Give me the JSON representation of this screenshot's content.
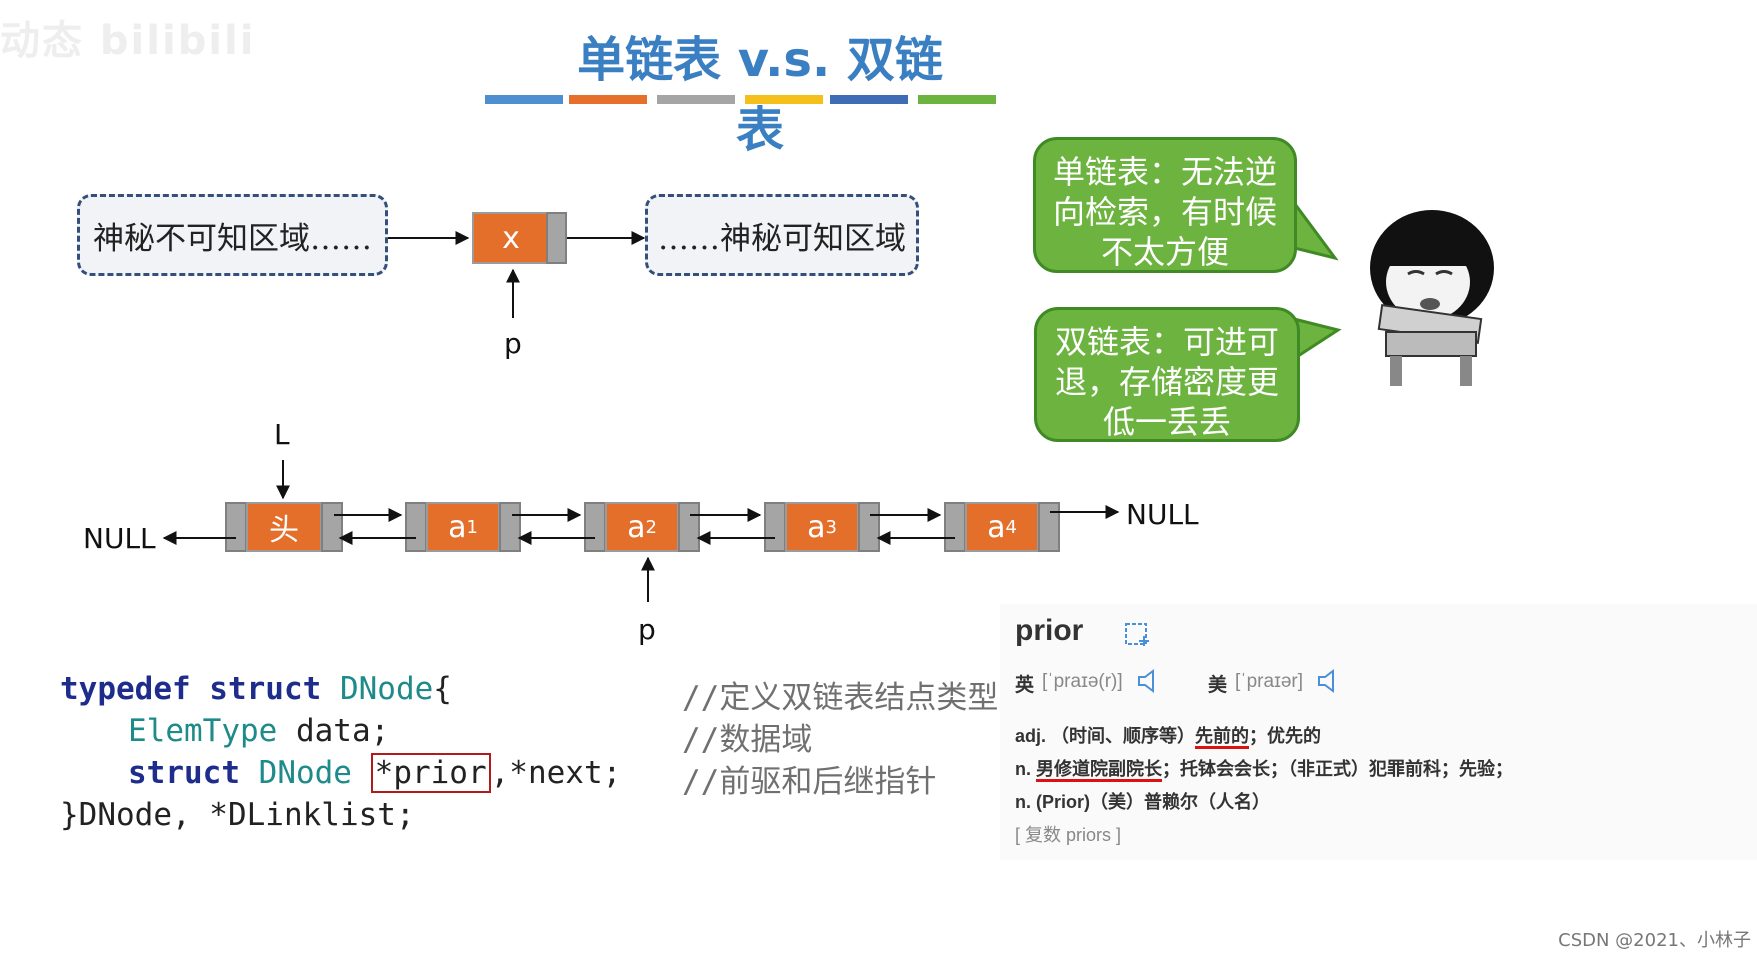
{
  "watermark": "动态 bilibili",
  "title": "单链表 v.s. 双链表",
  "color_bar": [
    "#4e8fcf",
    "#e4702c",
    "#a5a5a5",
    "#f5bf1c",
    "#3f6db5",
    "#6cb33f"
  ],
  "single_list": {
    "left_region": "神秘不可知区域……",
    "node_label": "x",
    "right_region": "……神秘可知区域",
    "pointer_label": "p"
  },
  "double_list": {
    "head_pointer": "L",
    "left_null": "NULL",
    "right_null": "NULL",
    "nodes": [
      {
        "label": "头"
      },
      {
        "label": "a",
        "sub": "1"
      },
      {
        "label": "a",
        "sub": "2"
      },
      {
        "label": "a",
        "sub": "3"
      },
      {
        "label": "a",
        "sub": "4"
      }
    ],
    "pointer_label": "p"
  },
  "bubbles": {
    "single": [
      "单链表：无法逆",
      "向检索，有时候",
      "不太方便"
    ],
    "double": [
      "双链表：可进可",
      "退，存储密度更",
      "低一丢丢"
    ]
  },
  "code": {
    "line1": {
      "kw": "typedef struct",
      "type": "DNode",
      "rest": "{",
      "comment": "//定义双链表结点类型"
    },
    "line2": {
      "type": "ElemType",
      "rest": " data;",
      "comment": "//数据域"
    },
    "line3": {
      "kw": "struct",
      "type": "DNode",
      "highlight": "*prior",
      "rest": ",*next;",
      "comment": "//前驱和后继指针"
    },
    "line4": {
      "rest": "}DNode, *DLinklist;"
    }
  },
  "dictionary": {
    "word": "prior",
    "uk_label": "英",
    "uk_phonetic": "[ˈpraɪə(r)]",
    "us_label": "美",
    "us_phonetic": "[ˈpraɪər]",
    "def1_pos": "adj.",
    "def1_a": "（时间、顺序等）",
    "def1_b": "先前的",
    "def1_c": "；优先的",
    "def2_pos": "n.",
    "def2_a": "男修道院副院长",
    "def2_b": "；托钵会会长；（非正式）犯罪前科；先验；",
    "def3_pos": "n.",
    "def3_a": "(Prior)（美）普赖尔（人名）",
    "plural": "[ 复数 priors ]"
  },
  "footer": "CSDN @2021、小林子",
  "colors": {
    "node": "#e46f2a",
    "node_side": "#a5a5a5",
    "bubble": "#6cb33f",
    "title": "#3a7fc1",
    "highlight_box": "#b01c1c"
  }
}
